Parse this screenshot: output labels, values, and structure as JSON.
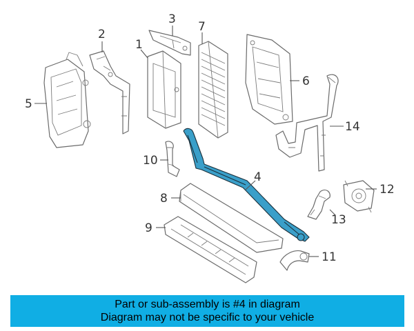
{
  "callouts": {
    "c1": "1",
    "c2": "2",
    "c3": "3",
    "c4": "4",
    "c5": "5",
    "c6": "6",
    "c7": "7",
    "c8": "8",
    "c9": "9",
    "c10": "10",
    "c11": "11",
    "c12": "12",
    "c13": "13",
    "c14": "14"
  },
  "highlighted_part": "4",
  "banner": {
    "line1": "Part or sub-assembly is #4 in diagram",
    "line2": "Diagram may not be specific to your vehicle"
  },
  "colors": {
    "highlight": "#3a9fc9",
    "banner": "#10aee4"
  }
}
